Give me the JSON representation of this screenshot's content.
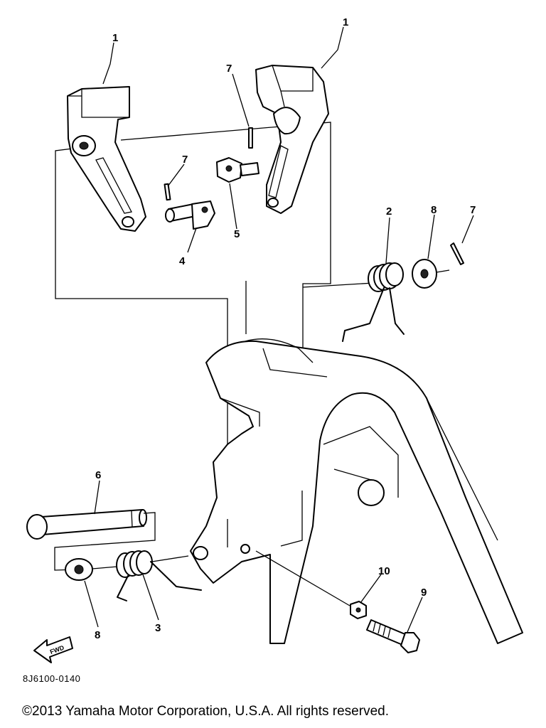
{
  "diagram": {
    "callouts": [
      {
        "id": "c1a",
        "text": "1"
      },
      {
        "id": "c1b",
        "text": "1"
      },
      {
        "id": "c7a",
        "text": "7"
      },
      {
        "id": "c7b",
        "text": "7"
      },
      {
        "id": "c7c",
        "text": "7"
      },
      {
        "id": "c4",
        "text": "4"
      },
      {
        "id": "c5",
        "text": "5"
      },
      {
        "id": "c2",
        "text": "2"
      },
      {
        "id": "c8a",
        "text": "8"
      },
      {
        "id": "c6",
        "text": "6"
      },
      {
        "id": "c8b",
        "text": "8"
      },
      {
        "id": "c3",
        "text": "3"
      },
      {
        "id": "c10",
        "text": "10"
      },
      {
        "id": "c9",
        "text": "9"
      }
    ],
    "fwd_label": "FWD",
    "drawing_code": "8J6100-0140"
  },
  "footer": {
    "copyright": "©2013 Yamaha Motor Corporation, U.S.A. All rights reserved."
  }
}
